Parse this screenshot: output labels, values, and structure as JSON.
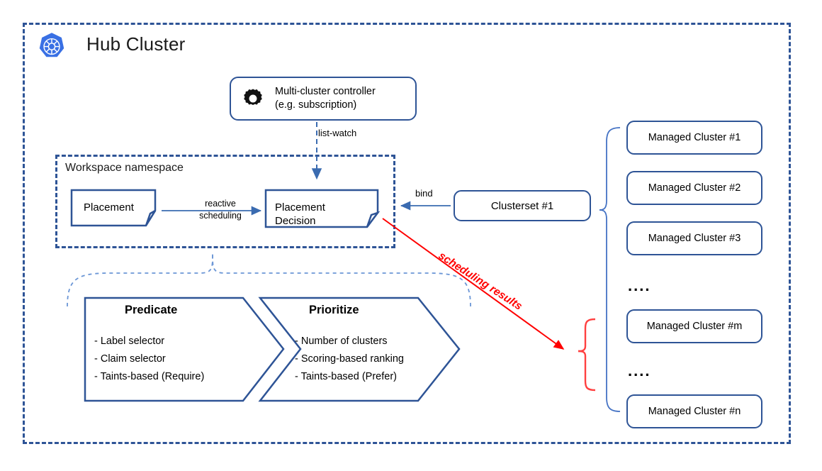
{
  "colors": {
    "frame_blue": "#2E5496",
    "arrow_blue": "#3A6BB0",
    "brace_blue": "#4472C4",
    "dashed_brace_blue": "#6B96D6",
    "red": "#FF0000",
    "red_brace": "#FF4040",
    "k8s_blue": "#3970E4",
    "text_black": "#000000"
  },
  "hub": {
    "title": "Hub Cluster",
    "logo_name": "kubernetes-logo"
  },
  "controller": {
    "icon": "gear-icon",
    "line1": "Multi-cluster controller",
    "line2": "(e.g. subscription)"
  },
  "edges": {
    "list_watch": "list-watch",
    "reactive_line1": "reactive",
    "reactive_line2": "scheduling",
    "bind": "bind",
    "scheduling_results": "scheduling results"
  },
  "workspace": {
    "title": "Workspace namespace",
    "placement": "Placement",
    "placement_decision_line1": "Placement",
    "placement_decision_line2": "Decision"
  },
  "clusterset": {
    "label": "Clusterset #1"
  },
  "stages": [
    {
      "title": "Predicate",
      "items": [
        "- Label selector",
        "- Claim selector",
        "- Taints-based (Require)"
      ]
    },
    {
      "title": "Prioritize",
      "items": [
        "- Number of clusters",
        "-  Scoring-based ranking",
        "- Taints-based (Prefer)"
      ]
    }
  ],
  "managed_clusters": [
    {
      "label": "Managed Cluster #1"
    },
    {
      "label": "Managed Cluster #2"
    },
    {
      "label": "Managed Cluster #3"
    },
    {
      "label": "Managed Cluster #m"
    },
    {
      "label": "Managed Cluster #n"
    }
  ],
  "ellipsis": "....",
  "ellipsis_upper": "....",
  "ellipsis_lower": "...."
}
